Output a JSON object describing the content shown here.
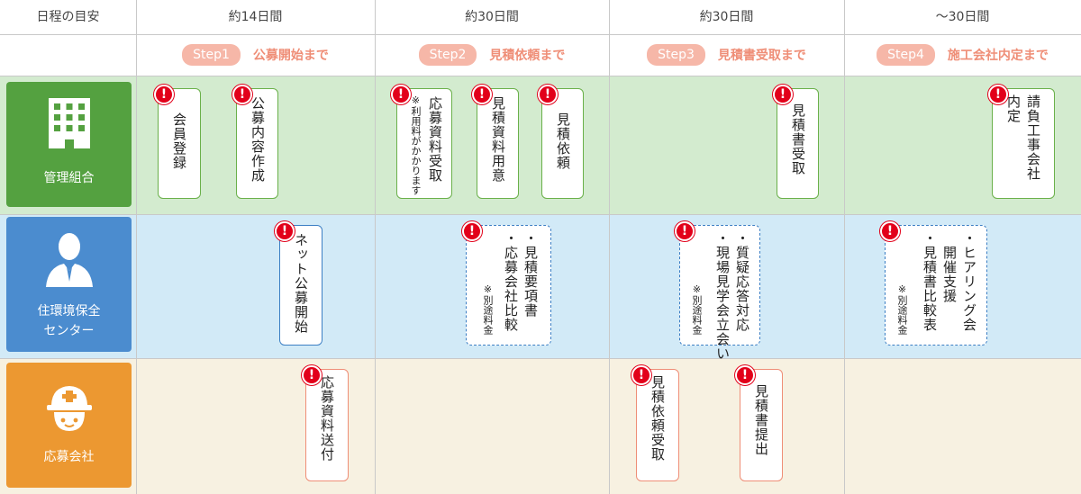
{
  "header": {
    "corner": "日程の目安",
    "periods": [
      "約14日間",
      "約30日間",
      "約30日間",
      "〜30日間"
    ]
  },
  "steps": [
    {
      "pill": "Step1",
      "label": "公募開始まで"
    },
    {
      "pill": "Step2",
      "label": "見積依頼まで"
    },
    {
      "pill": "Step3",
      "label": "見積書受取まで"
    },
    {
      "pill": "Step4",
      "label": "施工会社内定まで"
    }
  ],
  "roles": [
    {
      "label": "管理組合",
      "icon": "building-icon",
      "color": "#54a140",
      "band": "#d3ebcf"
    },
    {
      "label": "住環境保全\nセンター",
      "label_line1": "住環境保全",
      "label_line2": "センター",
      "icon": "person-icon",
      "color": "#4b8ccf",
      "band": "#d2eaf7"
    },
    {
      "label": "応募会社",
      "icon": "hardhat-icon",
      "color": "#ec9831",
      "band": "#f7f1e1"
    }
  ],
  "cards": {
    "kaiin": "会員登録",
    "koubo_naiyou": "公募内容作成",
    "oubo_shiryou_uketori": "応募資料受取",
    "oubo_shiryou_note": "※利用料がかかります",
    "mitsumori_shiryou": "見積資料用意",
    "mitsumori_irai": "見積依頼",
    "mitsumorisho_uketori": "見積書受取",
    "ukeoi": [
      "請負工事会社",
      "内定"
    ],
    "net_koubo": "ネット公募開始",
    "center_step2": [
      "・見積要項書",
      "・応募会社比較"
    ],
    "center_step2_note": "※別途料金",
    "center_step3": [
      "・質疑応答対応",
      "・現場見学会立会い"
    ],
    "center_step3_note": "※別途料金",
    "center_step4": [
      "・ヒアリング会",
      "　開催支援",
      "・見積書比較表"
    ],
    "center_step4_note": "※別途料金",
    "oubo_shiryou_souhu": "応募資料送付",
    "mitsumori_irai_uketori": "見積依頼受取",
    "mitsumorisho_teishutsu": "見積書提出"
  },
  "warning_glyph": "!",
  "colors": {
    "warning": "#e2001a",
    "step_pill": "#f6b7a8",
    "step_text": "#ef8e77"
  }
}
